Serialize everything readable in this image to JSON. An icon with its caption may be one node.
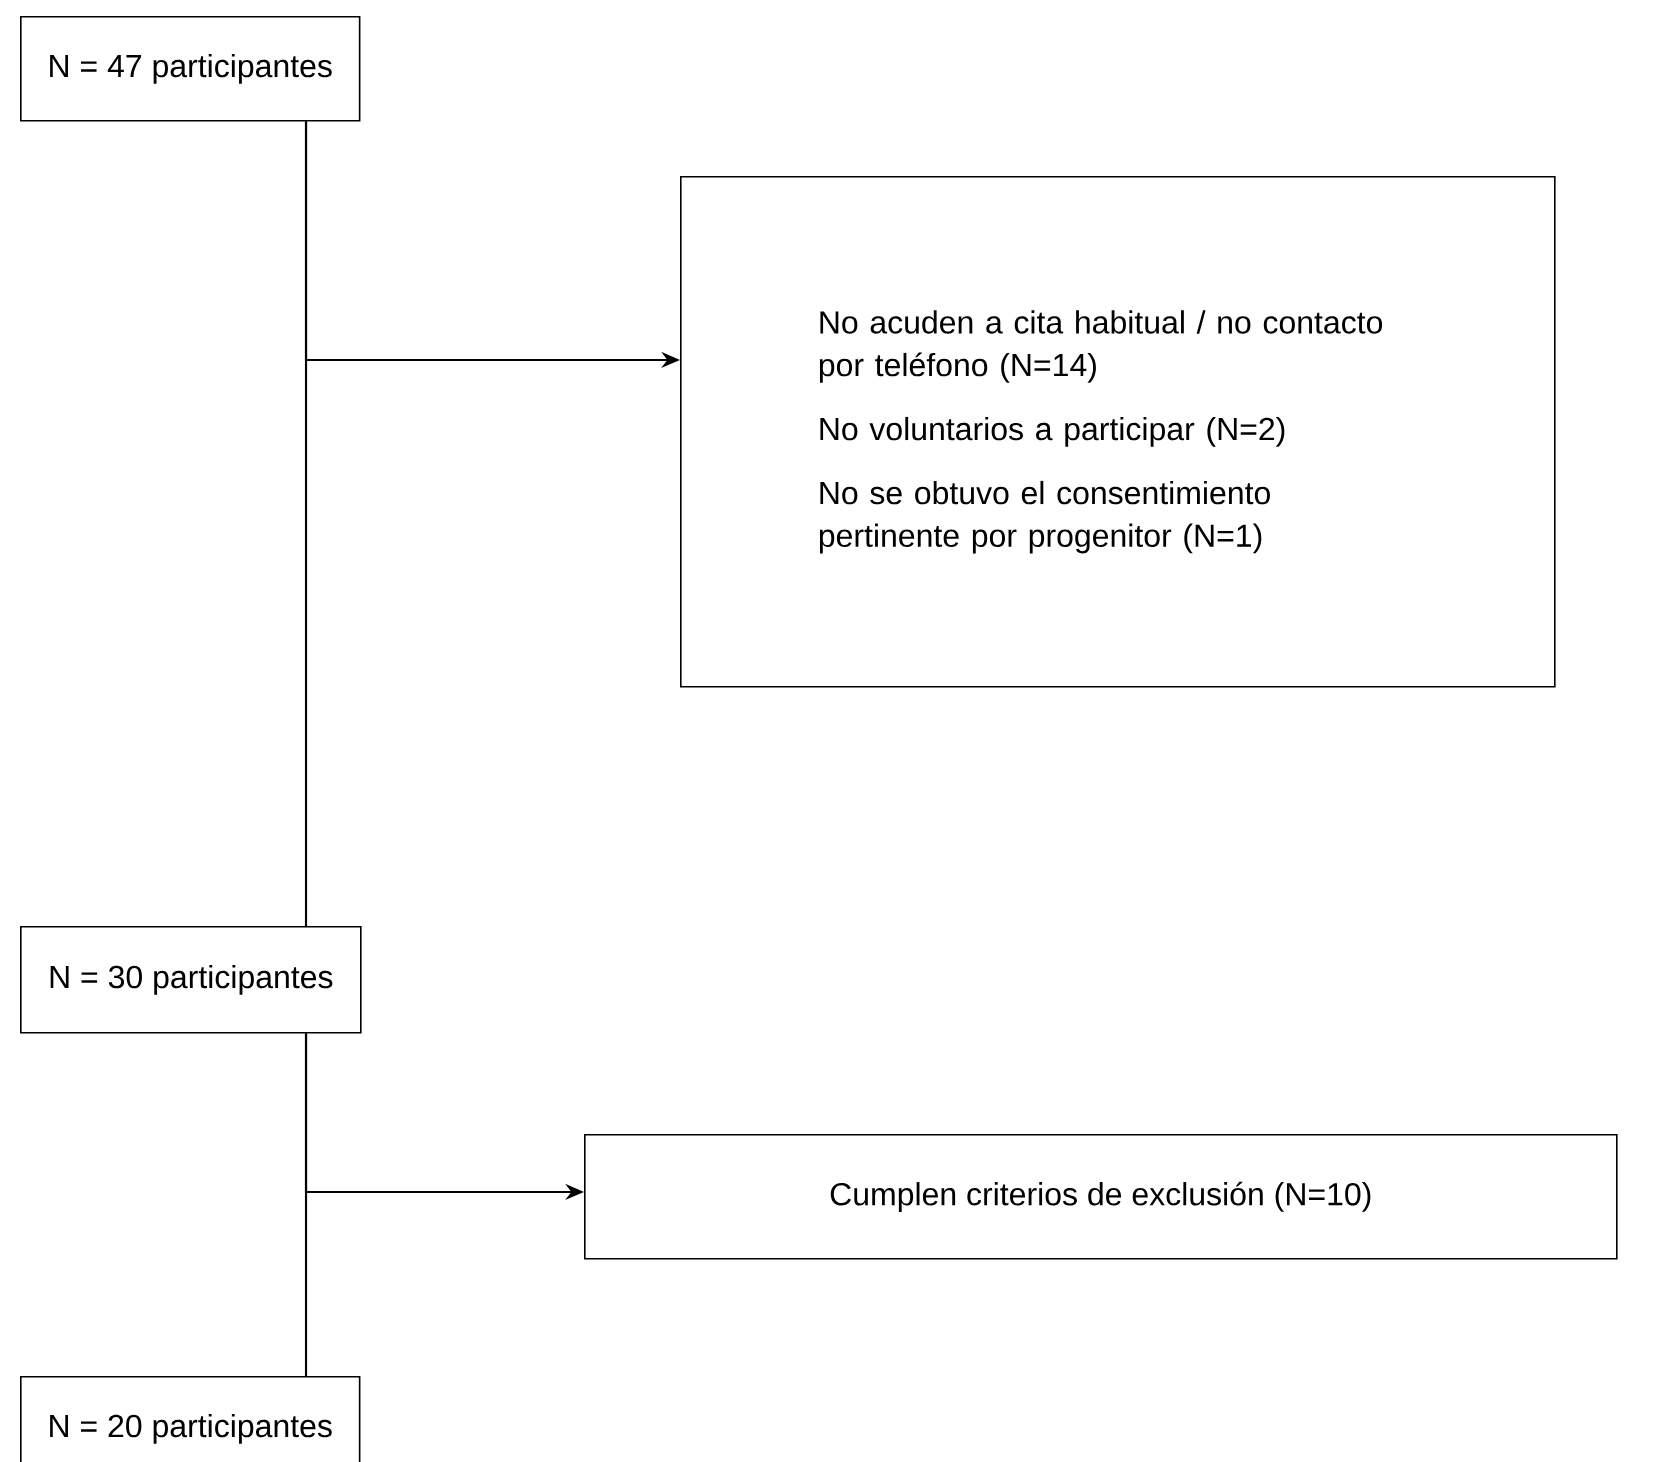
{
  "diagram": {
    "nodes": [
      {
        "text": [
          "N = 47 participantes"
        ]
      },
      {
        "text": [
          "No acuden a cita habitual / no contacto por teléfono (N=14)",
          "No voluntarios a participar (N=2)",
          "No se obtuvo el consentimiento pertinente por progenitor (N=1)"
        ]
      },
      {
        "text": [
          "N = 30 participantes"
        ]
      },
      {
        "text": [
          "Cumplen criterios de exclusión (N=10)"
        ]
      },
      {
        "text": [
          "N = 20 participantes"
        ]
      }
    ],
    "edges": [
      {
        "from": 0,
        "to": 2,
        "arrow": "none"
      },
      {
        "from": 0,
        "to": 1,
        "arrow": "to"
      },
      {
        "from": 2,
        "to": 4,
        "arrow": "none"
      },
      {
        "from": 2,
        "to": 3,
        "arrow": "to"
      }
    ]
  }
}
